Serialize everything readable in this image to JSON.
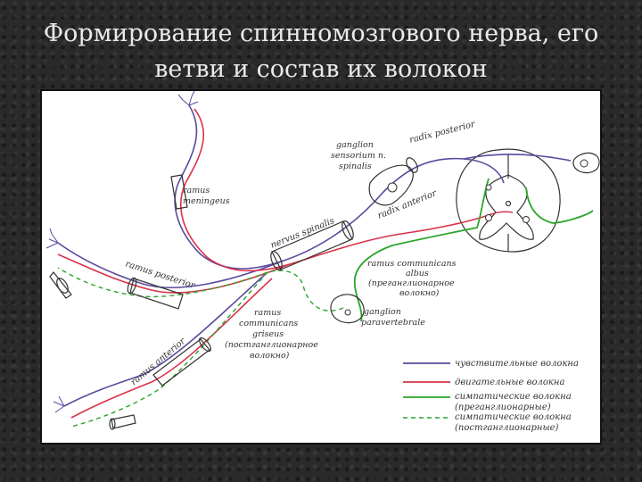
{
  "title": {
    "line1": "Формирование  спинномозгового нерва, его",
    "line2": "ветви и состав их волокон"
  },
  "colors": {
    "sensory": "#5a4a9e",
    "motor": "#d9324a",
    "sympathetic_pre": "#2aa52a",
    "sympathetic_post": "#2aa52a",
    "outline": "#333333"
  },
  "labels": {
    "radix_posterior": "radix posterior",
    "ganglion_line1": "ganglion",
    "ganglion_line2": "sensorium n.",
    "ganglion_line3": "spinalis",
    "ramus_meningeus_1": "ramus",
    "ramus_meningeus_2": "meningeus",
    "nervus_spinalis": "nervus spinalis",
    "radix_anterior": "radix anterior",
    "ramus_posterior": "ramus posterior",
    "rca_1": "ramus communicans",
    "rca_2": "albus",
    "rca_3": "(преганглионарное",
    "rca_4": "волокно)",
    "gp_1": "ganglion",
    "gp_2": "paravertebrale",
    "rcg_1": "ramus",
    "rcg_2": "communicans",
    "rcg_3": "griseus",
    "rcg_4": "(постганглионарное",
    "rcg_5": "волокно)",
    "ramus_anterior": "ramus anterior"
  },
  "legend": {
    "sensory": "чувствительные волокна",
    "motor": "двигательные волокна",
    "sym_pre_1": "симпатические волокна",
    "sym_pre_2": "(преганглионарные)",
    "sym_post_1": "симпатические волокна",
    "sym_post_2": "(постганглионарные)"
  }
}
